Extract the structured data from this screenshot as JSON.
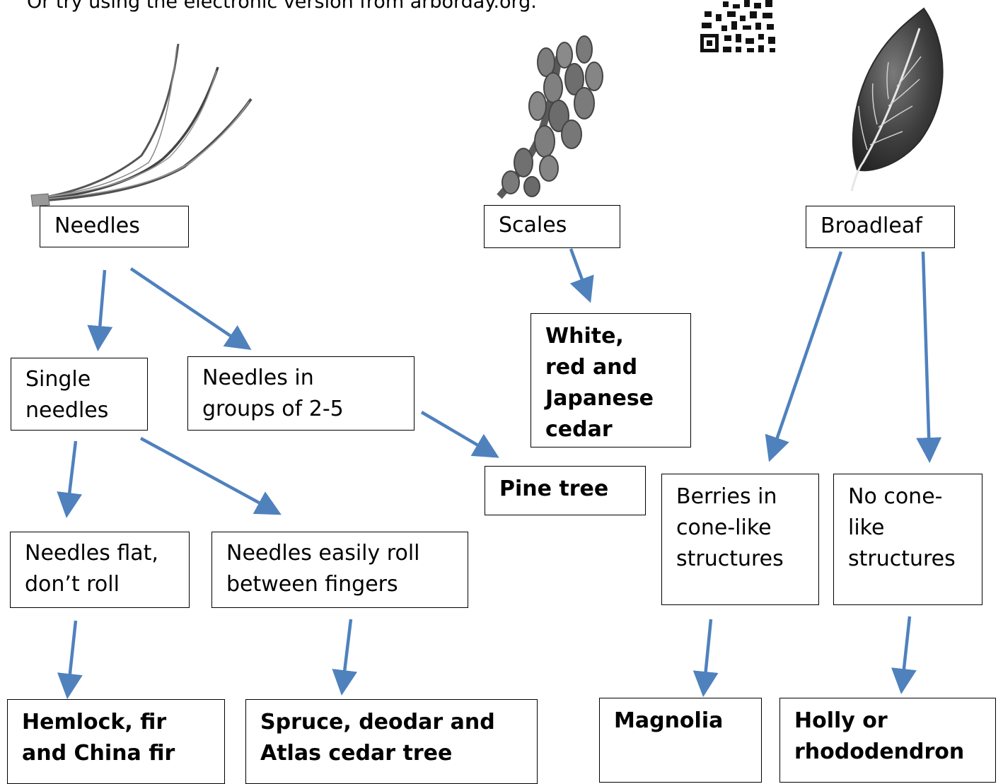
{
  "intro_text": "Or try using the electronic version from arborday.org.",
  "boxes": {
    "needles": "Needles",
    "scales": "Scales",
    "broadleaf": "Broadleaf",
    "single_needles": "Single\nneedles",
    "needles_groups": "Needles in\ngroups of 2-5",
    "cedar_result": "White,\nred and\nJapanese\ncedar",
    "pine_result": "Pine tree",
    "berries": "Berries in\ncone-like\nstructures",
    "no_cone": "No cone-\nlike\nstructures",
    "flat_needles": "Needles flat,\ndon’t roll",
    "roll_needles": "Needles easily roll\nbetween fingers",
    "hemlock_result": "Hemlock, fir\nand China fir",
    "spruce_result": "Spruce, deodar and\nAtlas cedar tree",
    "magnolia_result": "Magnolia",
    "holly_result": "Holly or\nrhododendron"
  },
  "colors": {
    "arrow": "#4f81bd",
    "box_border": "#000000"
  },
  "icons": [
    "pine-needles-icon",
    "cedar-scale-icon",
    "broadleaf-icon",
    "qr-code-icon"
  ]
}
